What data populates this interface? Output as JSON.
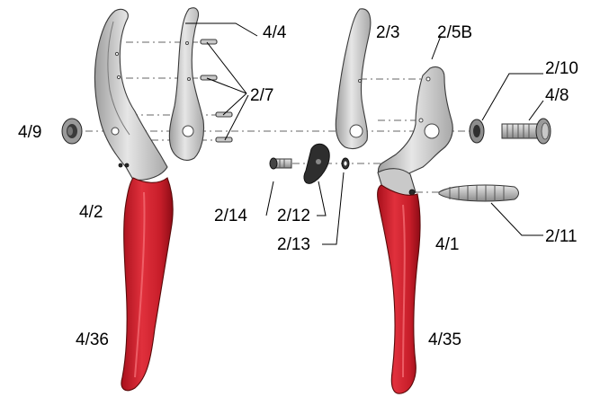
{
  "labels": {
    "p4_4": "4/4",
    "p2_7": "2/7",
    "p4_9": "4/9",
    "p4_2": "4/2",
    "p4_36": "4/36",
    "p2_3": "2/3",
    "p2_5b": "2/5B",
    "p2_10": "2/10",
    "p4_8": "4/8",
    "p2_14": "2/14",
    "p2_12": "2/12",
    "p2_13": "2/13",
    "p2_11": "2/11",
    "p4_1": "4/1",
    "p4_35": "4/35"
  },
  "colors": {
    "handle_red": "#d0202e",
    "metal_gray": "#c8c8c8",
    "line_black": "#000000"
  }
}
